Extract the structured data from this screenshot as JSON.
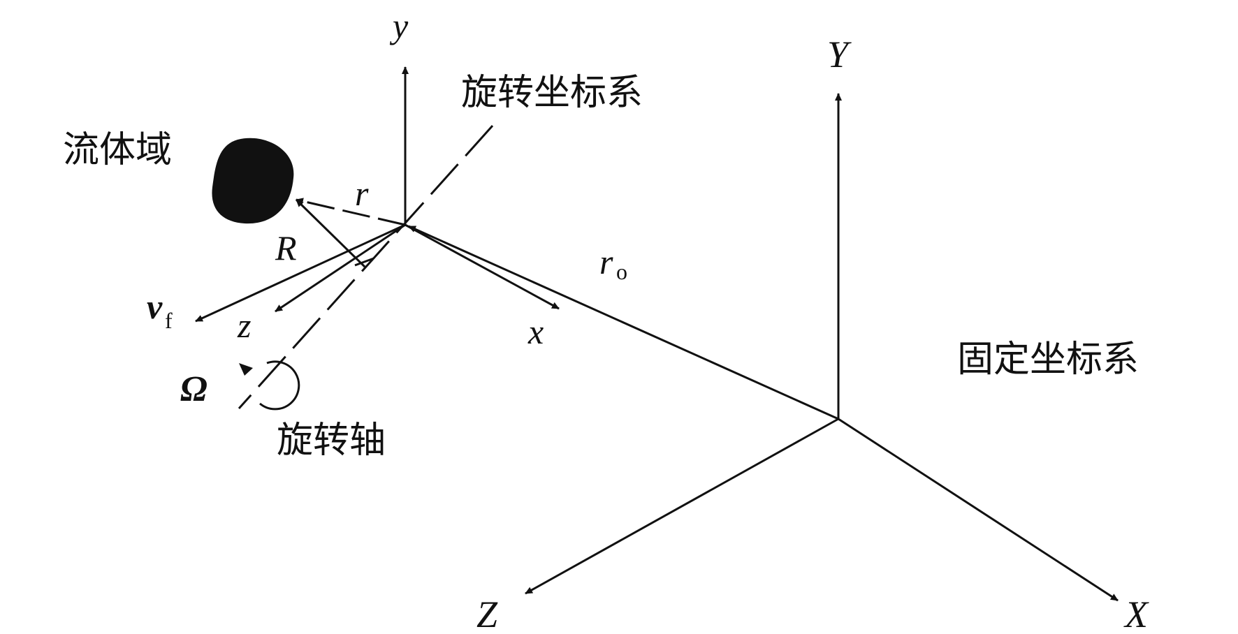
{
  "labels": {
    "fluid_domain": "流体域",
    "rotating_frame": "旋转坐标系",
    "fixed_frame": "固定坐标系",
    "rotation_axis": "旋转轴"
  },
  "symbols": {
    "y": "y",
    "x": "x",
    "z": "z",
    "Y": "Y",
    "X": "X",
    "Z": "Z",
    "r": "r",
    "R": "R",
    "r_o": "r",
    "r_o_sub": "o",
    "v_f": "v",
    "v_f_sub": "f",
    "omega": "Ω"
  },
  "colors": {
    "ink": "#111111",
    "background": "#ffffff"
  }
}
